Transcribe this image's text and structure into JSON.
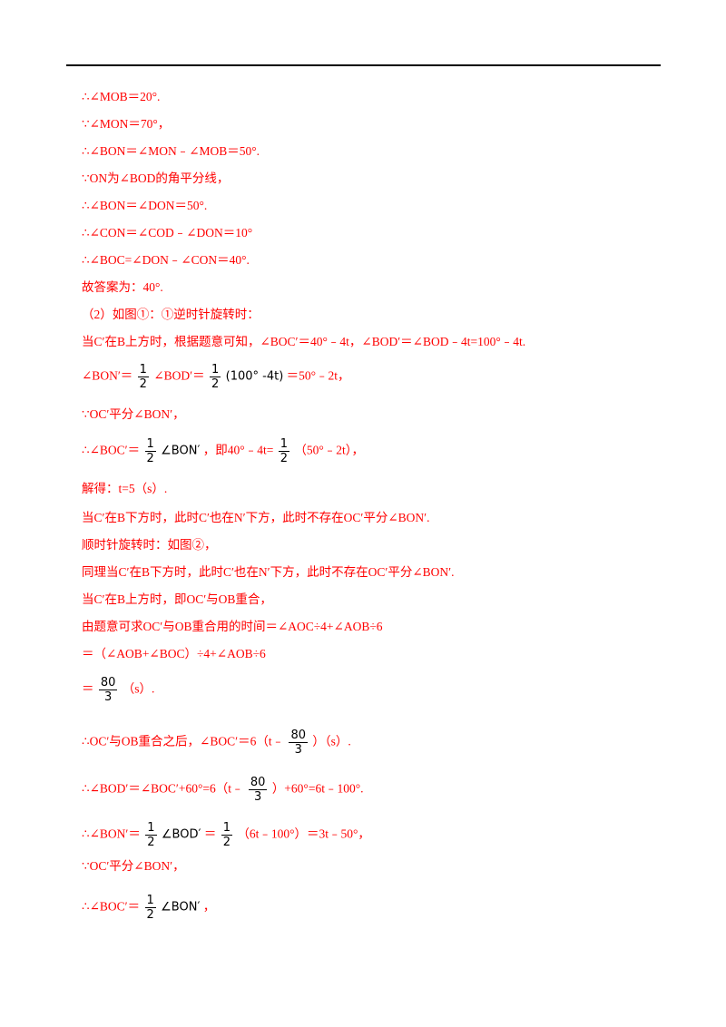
{
  "doc": {
    "lines": [
      "∴∠MOB＝20°.",
      "∵∠MON＝70°，",
      "∴∠BON＝∠MON﹣∠MOB＝50°.",
      "∵ON为∠BOD的角平分线，",
      "∴∠BON＝∠DON＝50°.",
      "∴∠CON＝∠COD﹣∠DON＝10°",
      "∴∠BOC=∠DON﹣∠CON＝40°.",
      "故答案为：40°.",
      "（2）如图①：①逆时针旋转时：",
      "当C′在B上方时，根据题意可知，∠BOC′＝40°﹣4t，∠BOD′＝∠BOD﹣4t=100°﹣4t.",
      "∠BON′＝",
      "∠BOD′＝",
      "＝50°﹣2t，",
      "∵OC′平分∠BON′，",
      "∴∠BOC′＝",
      "，即40°﹣4t=",
      "（50°﹣2t），",
      "解得：t=5（s）.",
      "当C′在B下方时，此时C′也在N′下方，此时不存在OC′平分∠BON′.",
      "顺时针旋转时：如图②，",
      "同理当C′在B下方时，此时C′也在N′下方，此时不存在OC′平分∠BON′.",
      "当C′在B上方时，即OC′与OB重合，",
      "由题意可求OC′与OB重合用的时间＝∠AOC÷4+∠AOB÷6",
      "＝（∠AOB+∠BOC）÷4+∠AOB÷6",
      "＝",
      "（s）.",
      "∴OC′与OB重合之后，∠BOC′＝6（t﹣",
      "）（s）.",
      "∴∠BOD′＝∠BOC′+60°=6（t﹣",
      "）+60°=6t﹣100°.",
      "∴∠BON′＝",
      "＝",
      "（6t﹣100°）＝3t﹣50°，",
      "∵OC′平分∠BON′，",
      "∴∠BOC′＝",
      "，"
    ],
    "math": {
      "one": "1",
      "two": "2",
      "eighty": "80",
      "three": "3",
      "expr_100_4t": "(100° -4t)",
      "angle_bon_p": "∠BON′",
      "angle_bod_p": "∠BOD′"
    }
  }
}
